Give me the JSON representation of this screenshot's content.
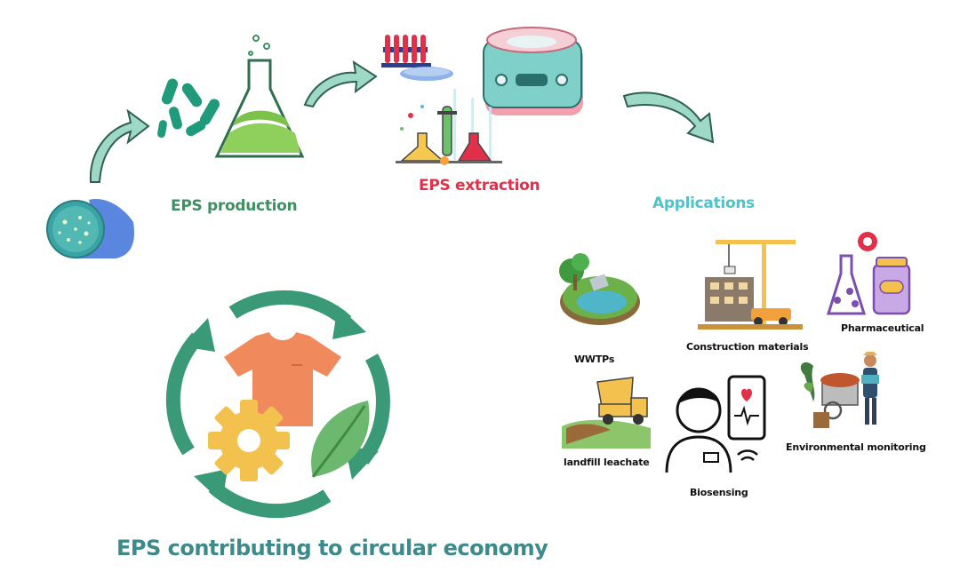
{
  "stages": {
    "production": "EPS production",
    "extraction": "EPS extraction",
    "applications": "Applications"
  },
  "applications": {
    "wwtps": "WWTPs",
    "construction": "Construction materials",
    "pharmaceutical": "Pharmaceutical",
    "landfill": "landfill leachate",
    "biosensing": "Biosensing",
    "environmental": "Environmental monitoring"
  },
  "circular": {
    "label": "EPS contributing to circular economy"
  },
  "colors": {
    "production": "#3f8f63",
    "extraction": "#e2304a",
    "applications": "#4fc3c8",
    "circular_text": "#3e8a8a",
    "arrow_fill": "#9ed9c6",
    "cycle_green": "#3a9a78",
    "tshirt": "#f08a5d",
    "gear": "#f2c14e",
    "leaf": "#6cb86f"
  },
  "icons": [
    "bacteria-dish-hand-icon",
    "bacteria-icon",
    "flask-icon",
    "test-tube-rack-icon",
    "centrifuge-icon",
    "lab-glassware-icon",
    "treatment-plant-icon",
    "crane-construction-icon",
    "pharma-flask-pill-icon",
    "dump-truck-icon",
    "person-device-icon",
    "farmer-cart-icon",
    "recycle-cycle-icon",
    "tshirt-icon",
    "gear-icon",
    "leaf-icon"
  ]
}
